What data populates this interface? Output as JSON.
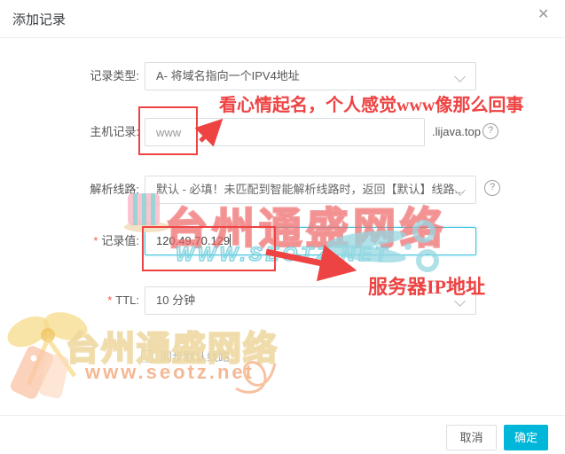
{
  "dialog": {
    "title": "添加记录"
  },
  "icons": {
    "close": "✕",
    "help": "?"
  },
  "form": {
    "record_type": {
      "label": "记录类型:",
      "value": "A- 将域名指向一个IPV4地址"
    },
    "host": {
      "label": "主机记录:",
      "value": "www",
      "domain_suffix": ".lijava.top"
    },
    "line": {
      "label": "解析线路:",
      "value": "默认 - 必填！未匹配到智能解析线路时，返回【默认】线路..."
    },
    "record_value": {
      "required": "*",
      "label": "记录值:",
      "value": "120.49.70.129"
    },
    "ttl": {
      "required": "*",
      "label": "TTL:",
      "value": "10 分钟"
    },
    "sync": {
      "label": "同步默认线路",
      "checked": false
    }
  },
  "annotations": {
    "host_tip": "看心情起名，个人感觉www像那么回事",
    "value_tip": "服务器IP地址",
    "color": "#ee4343"
  },
  "watermark_mid": {
    "title": "台州通盛网络",
    "url": "WWW.SEOTZ.NET"
  },
  "watermark_bottom": {
    "title": "台州通盛网络",
    "url": "www.seotz.net"
  },
  "footer": {
    "cancel": "取消",
    "confirm": "确定"
  },
  "colors": {
    "primary": "#00b7d9",
    "focus_border": "#3bc3de",
    "annotation_red": "#ee4343"
  }
}
